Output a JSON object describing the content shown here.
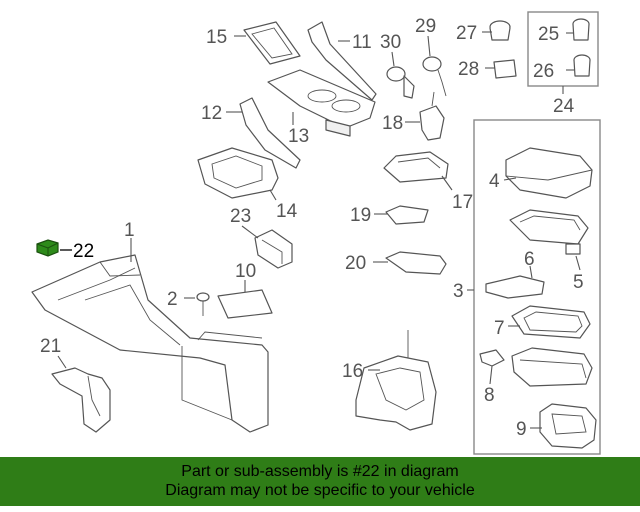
{
  "diagram": {
    "callouts": [
      {
        "id": "c1",
        "label": "1"
      },
      {
        "id": "c2",
        "label": "2"
      },
      {
        "id": "c3",
        "label": "3"
      },
      {
        "id": "c4",
        "label": "4"
      },
      {
        "id": "c5",
        "label": "5"
      },
      {
        "id": "c6",
        "label": "6"
      },
      {
        "id": "c7",
        "label": "7"
      },
      {
        "id": "c8",
        "label": "8"
      },
      {
        "id": "c9",
        "label": "9"
      },
      {
        "id": "c10",
        "label": "10"
      },
      {
        "id": "c11",
        "label": "11"
      },
      {
        "id": "c12",
        "label": "12"
      },
      {
        "id": "c13",
        "label": "13"
      },
      {
        "id": "c14",
        "label": "14"
      },
      {
        "id": "c15",
        "label": "15"
      },
      {
        "id": "c16",
        "label": "16"
      },
      {
        "id": "c17",
        "label": "17"
      },
      {
        "id": "c18",
        "label": "18"
      },
      {
        "id": "c19",
        "label": "19"
      },
      {
        "id": "c20",
        "label": "20"
      },
      {
        "id": "c21",
        "label": "21"
      },
      {
        "id": "c22",
        "label": "22"
      },
      {
        "id": "c23",
        "label": "23"
      },
      {
        "id": "c24",
        "label": "24"
      },
      {
        "id": "c25",
        "label": "25"
      },
      {
        "id": "c26",
        "label": "26"
      },
      {
        "id": "c27",
        "label": "27"
      },
      {
        "id": "c28",
        "label": "28"
      },
      {
        "id": "c29",
        "label": "29"
      },
      {
        "id": "c30",
        "label": "30"
      }
    ],
    "highlight_color": "#2d8a1a"
  },
  "banner": {
    "line1": "Part or sub-assembly is #22 in diagram",
    "line2": "Diagram may not be specific to your vehicle",
    "background": "#2f7d17"
  }
}
